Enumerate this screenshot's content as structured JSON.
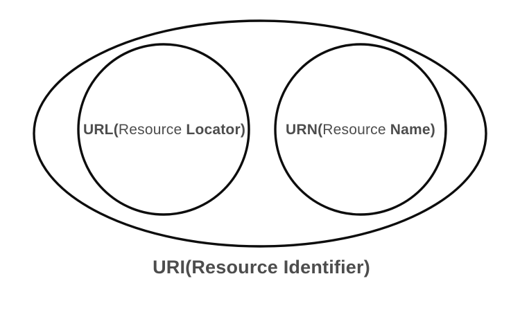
{
  "colors": {
    "background": "#ffffff",
    "stroke": "#0d0d0d",
    "text": "#4d4d4d"
  },
  "diagram": {
    "outer_set": {
      "caption": "URI(Resource Identifier)"
    },
    "left_set": {
      "label_prefix": "URL(",
      "label_middle": "Resource ",
      "label_suffix": "Locator)"
    },
    "right_set": {
      "label_prefix": "URN(",
      "label_middle": "Resource ",
      "label_suffix": "Name)"
    }
  }
}
